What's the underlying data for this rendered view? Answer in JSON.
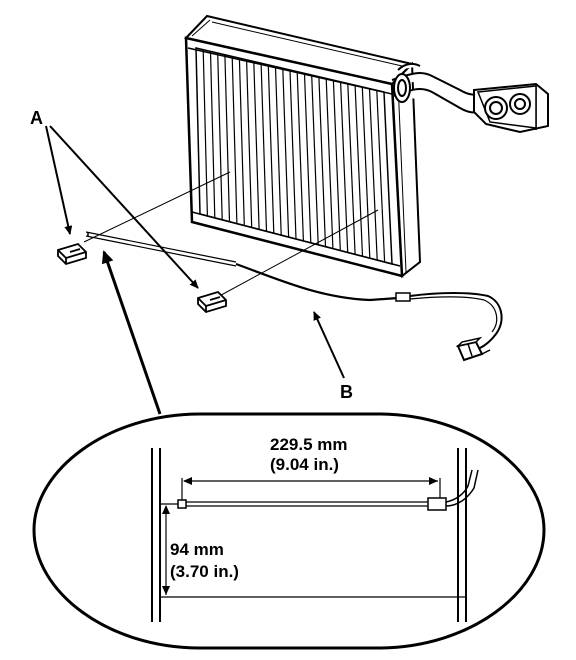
{
  "callouts": {
    "a": "A",
    "b": "B"
  },
  "detail": {
    "width_mm": "229.5 mm",
    "width_in": "(9.04 in.)",
    "height_mm": "94 mm",
    "height_in": "(3.70 in.)"
  },
  "colors": {
    "ink": "#000000",
    "paper": "#ffffff"
  }
}
